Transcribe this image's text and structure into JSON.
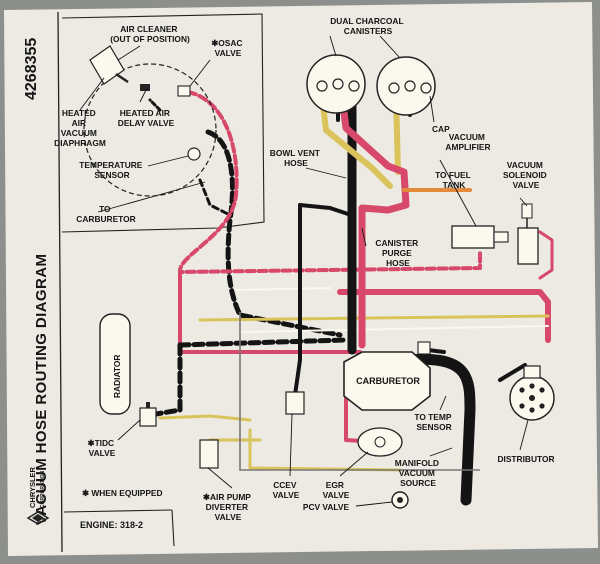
{
  "colors": {
    "background": "#8d8f8c",
    "label": "#eceae3",
    "ink": "#151515",
    "pink_hose": "#d8486a",
    "yellow_hose": "#d9c35a",
    "orange_hose": "#e38a3c",
    "black_hose": "#141414"
  },
  "label": {
    "part_number": "4268355",
    "side_title": "VACUUM HOSE ROUTING DIAGRAM",
    "brand": "CHRYSLER",
    "brand_sub": "CORPORATION",
    "when_equipped": "✱ WHEN EQUIPPED",
    "engine": "ENGINE: 318-2"
  },
  "components": {
    "air_cleaner": [
      "AIR CLEANER",
      "(OUT OF POSITION)"
    ],
    "osac_valve": [
      "✱OSAC",
      "VALVE"
    ],
    "heated_air_diaphragm": [
      "HEATED",
      "AIR",
      "VACUUM",
      "DIAPHRAGM"
    ],
    "heated_air_delay": [
      "HEATED AIR",
      "DELAY VALVE"
    ],
    "temperature_sensor": [
      "TEMPERATURE",
      "SENSOR"
    ],
    "to_carburetor": [
      "TO",
      "CARBURETOR"
    ],
    "dual_canisters": [
      "DUAL CHARCOAL",
      "CANISTERS"
    ],
    "cap": "CAP",
    "bowl_vent_hose": [
      "BOWL VENT",
      "HOSE"
    ],
    "to_fuel_tank": [
      "TO FUEL",
      "TANK"
    ],
    "vacuum_amplifier": [
      "VACUUM",
      "AMPLIFIER"
    ],
    "vacuum_solenoid": [
      "VACUUM",
      "SOLENOID",
      "VALVE"
    ],
    "canister_purge": [
      "CANISTER",
      "PURGE",
      "HOSE"
    ],
    "radiator": "RADIATOR",
    "carburetor": "CARBURETOR",
    "tidc_valve": [
      "✱TIDC",
      "VALVE"
    ],
    "to_temp_sensor": [
      "TO TEMP",
      "SENSOR"
    ],
    "manifold_vacuum": [
      "MANIFOLD",
      "VACUUM",
      "SOURCE"
    ],
    "distributor": "DISTRIBUTOR",
    "air_pump_diverter": [
      "✱AIR PUMP",
      "DIVERTER",
      "VALVE"
    ],
    "ccev_valve": [
      "CCEV",
      "VALVE"
    ],
    "egr_valve": [
      "EGR",
      "VALVE"
    ],
    "pcv_valve": "PCV VALVE"
  }
}
